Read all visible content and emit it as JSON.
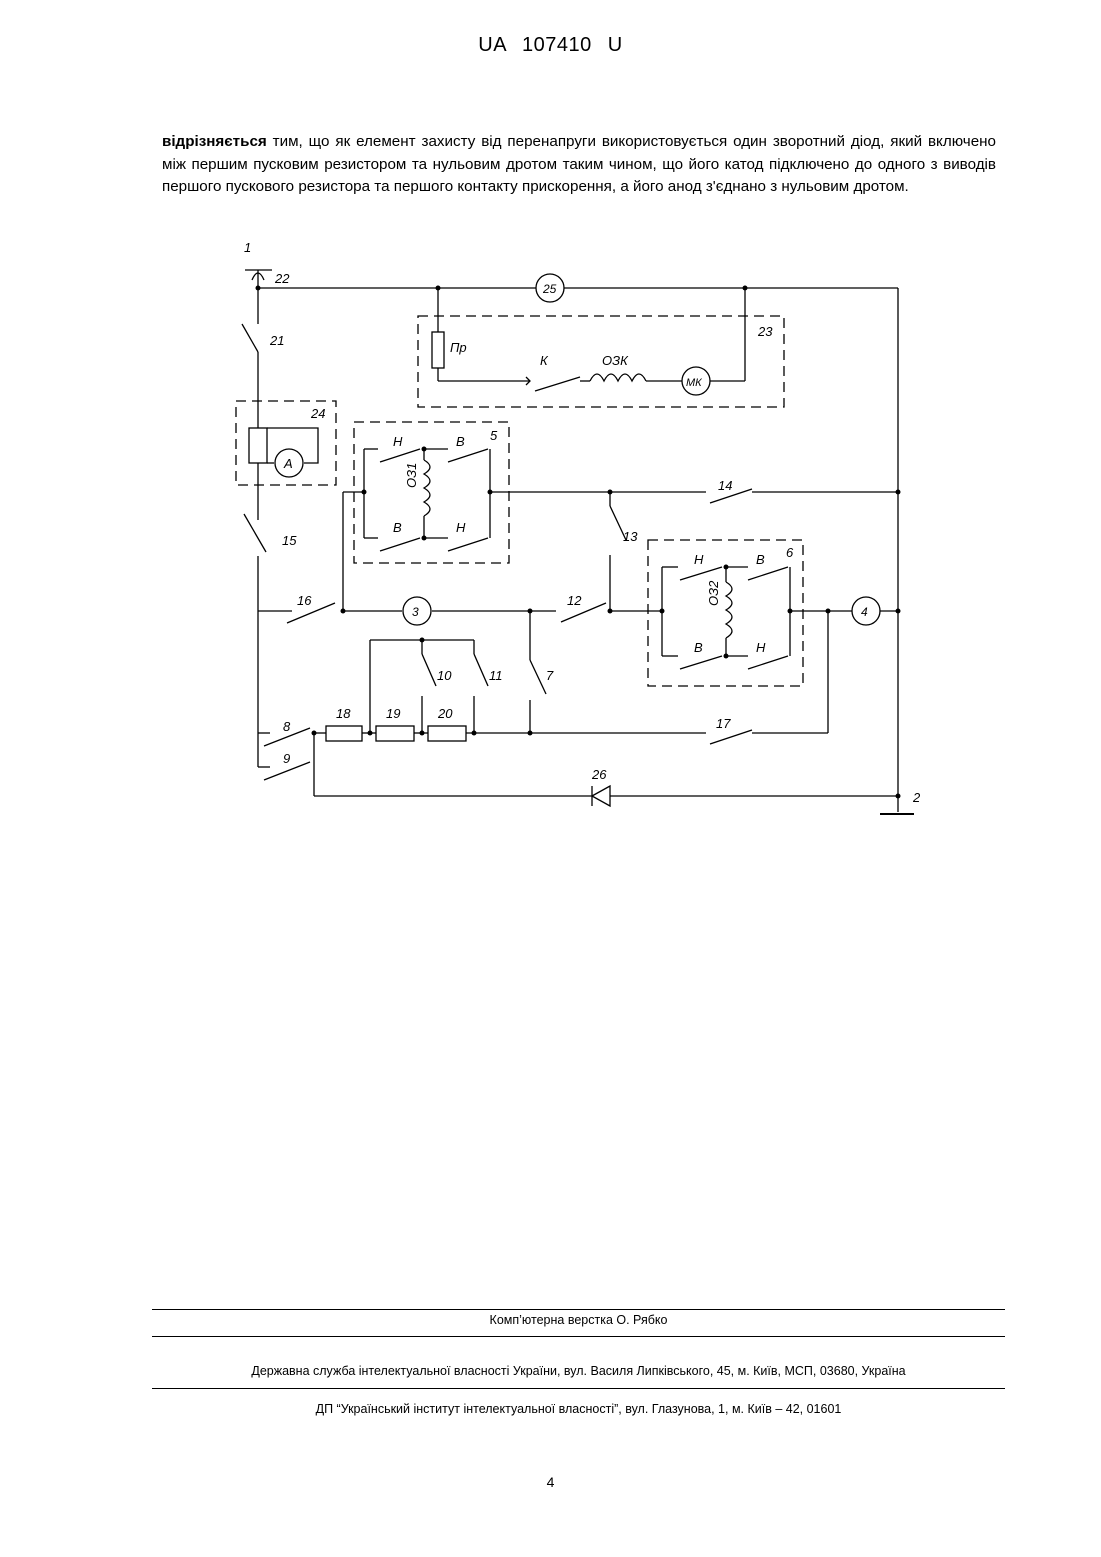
{
  "header": {
    "code": "UA   107410   U"
  },
  "body": {
    "bold_lead": "відрізняється",
    "text": " тим, що як елемент захисту від перенапруги використовується один зворотний діод, який включено між першим пусковим резистором та нульовим дротом таким чином, що його катод підключено до одного з виводів першого пускового резистора та першого контакту прискорення, а його анод з'єднано з нульовим дротом."
  },
  "diagram": {
    "labels": {
      "n1": "1",
      "n2": "2",
      "n5": "5",
      "n6": "6",
      "n7": "7",
      "n8": "8",
      "n9": "9",
      "n10": "10",
      "n11": "11",
      "n12": "12",
      "n13": "13",
      "n14": "14",
      "n15": "15",
      "n16": "16",
      "n17": "17",
      "n18": "18",
      "n19": "19",
      "n20": "20",
      "n21": "21",
      "n22": "22",
      "n23": "23",
      "n24": "24",
      "n25": "25",
      "n26": "26",
      "pr": "Пр",
      "k": "К",
      "ozk": "ОЗК",
      "mk": "МК",
      "a": "А",
      "m3": "3",
      "m4": "4",
      "oz1": "ОЗ1",
      "oz2": "ОЗ2",
      "h": "Н",
      "v": "В"
    }
  },
  "footer": {
    "layout": "Комп’ютерна верстка О. Рябко",
    "service": "Державна служба інтелектуальної власності України, вул. Василя Липківського, 45, м. Київ, МСП, 03680, Україна",
    "institute": "ДП “Український інститут інтелектуальної власності”, вул. Глазунова, 1, м. Київ – 42, 01601"
  },
  "page_number": "4"
}
